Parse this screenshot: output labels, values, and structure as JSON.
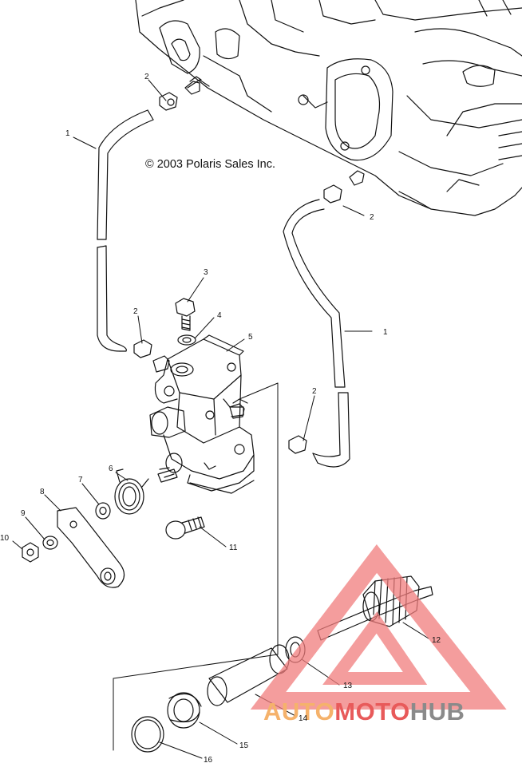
{
  "copyright": "© 2003 Polaris Sales Inc.",
  "watermark": {
    "auto": "AUTO",
    "moto": "MOTO",
    "hub": "HUB",
    "colors": {
      "triangle": "#f07c7c",
      "auto": "#f5b26b",
      "moto": "#e85a5a",
      "hub": "#8a8a8a"
    }
  },
  "callouts": [
    {
      "id": "c1a",
      "label": "1"
    },
    {
      "id": "c1b",
      "label": "1"
    },
    {
      "id": "c2a",
      "label": "2"
    },
    {
      "id": "c2b",
      "label": "2"
    },
    {
      "id": "c2c",
      "label": "2"
    },
    {
      "id": "c2d",
      "label": "2"
    },
    {
      "id": "c3",
      "label": "3"
    },
    {
      "id": "c4",
      "label": "4"
    },
    {
      "id": "c5",
      "label": "5"
    },
    {
      "id": "c6",
      "label": "6"
    },
    {
      "id": "c7",
      "label": "7"
    },
    {
      "id": "c8",
      "label": "8"
    },
    {
      "id": "c9",
      "label": "9"
    },
    {
      "id": "c10",
      "label": "10"
    },
    {
      "id": "c11",
      "label": "11"
    },
    {
      "id": "c12",
      "label": "12"
    },
    {
      "id": "c13",
      "label": "13"
    },
    {
      "id": "c14",
      "label": "14"
    },
    {
      "id": "c15",
      "label": "15"
    },
    {
      "id": "c16",
      "label": "16"
    }
  ]
}
